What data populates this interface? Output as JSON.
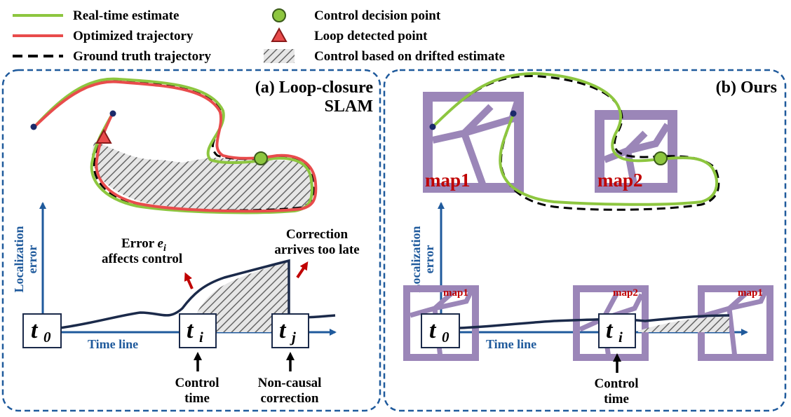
{
  "legend": {
    "real_time": "Real-time estimate",
    "optimized": "Optimized trajectory",
    "ground_truth": "Ground truth trajectory",
    "control_decision": "Control decision point",
    "loop_detected": "Loop detected point",
    "control_drift": "Control based on drifted estimate"
  },
  "panel_a": {
    "title_line1": "(a) Loop-closure",
    "title_line2": "SLAM",
    "y_label_line1": "Localization",
    "y_label_line2": "error",
    "x_label": "Time line",
    "t0": "t",
    "t0_sub": "0",
    "ti": "t",
    "ti_sub": "i",
    "tj": "t",
    "tj_sub": "j",
    "error_line1_prefix": "Error ",
    "error_symbol": "e",
    "error_symbol_sub": "i",
    "error_line2": "affects control",
    "correction_line1": "Correction",
    "correction_line2": "arrives too late",
    "control_time_line1": "Control",
    "control_time_line2": "time",
    "noncausal_line1": "Non-causal",
    "noncausal_line2": "correction"
  },
  "panel_b": {
    "title": "(b) Ours",
    "map1_label": "map1",
    "map2_label": "map2",
    "y_label_line1": "Localization",
    "y_label_line2": "error",
    "x_label": "Time line",
    "tile1_label": "map1",
    "tile2_label": "map2",
    "tile3_label": "map1",
    "t0": "t",
    "t0_sub": "0",
    "ti": "t",
    "ti_sub": "i",
    "control_time_line1": "Control",
    "control_time_line2": "time"
  },
  "colors": {
    "real_time": "#8dc63f",
    "optimized": "#e84c4c",
    "ground_truth": "#000000",
    "axis_blue": "#1f5a9c",
    "error_curve": "#1b2a4a",
    "map_purple": "#9b86b8",
    "arrow_red": "#c00000",
    "panel_border": "#1f5a9c"
  }
}
